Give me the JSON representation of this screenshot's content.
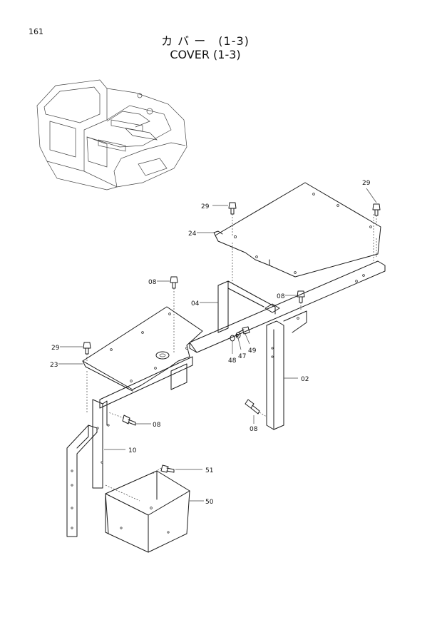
{
  "page": {
    "number": "161"
  },
  "title": {
    "japanese": "カ バ ー　(1-3)",
    "english": "COVER  (1-3)"
  },
  "callouts": {
    "c29a": "29",
    "c29b": "29",
    "c29c": "29",
    "c24": "24",
    "c04": "04",
    "c08a": "08",
    "c08b": "08",
    "c08c": "08",
    "c08d": "08",
    "c23": "23",
    "c48": "48",
    "c47": "47",
    "c49": "49",
    "c02": "02",
    "c10": "10",
    "c51": "51",
    "c50": "50"
  }
}
